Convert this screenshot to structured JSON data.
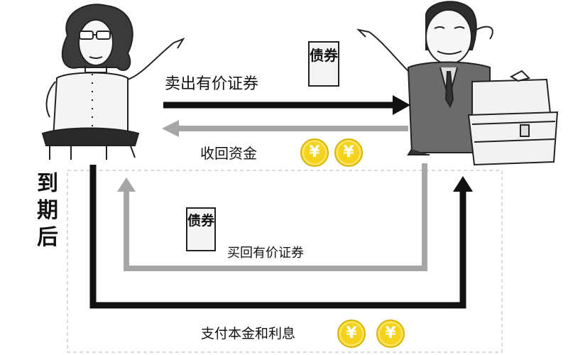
{
  "labels": {
    "sell_securities": "卖出有价证券",
    "recover_funds": "收回资金",
    "maturity": "到期后",
    "buy_back_securities": "买回有价证券",
    "pay_principal_interest": "支付本金和利息"
  },
  "bond_tag": "债券",
  "coin_symbol": "¥",
  "colors": {
    "arrow_dark": "#111111",
    "arrow_light": "#a6a6a6",
    "coin": "#f4d21e"
  }
}
